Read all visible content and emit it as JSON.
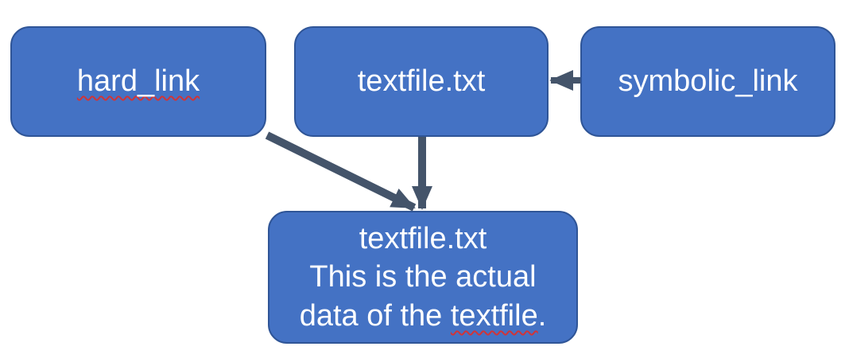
{
  "colors": {
    "background": "#FFFFFF",
    "node_fill": "#4472C4",
    "node_border": "#2F5597",
    "label_text": "#FFFFFF",
    "arrow": "#44546A",
    "spellcheck_squiggle": "#D13438"
  },
  "nodes": {
    "hard_link": {
      "label": "hard_link",
      "spellcheck_underline": true
    },
    "textfile": {
      "label": "textfile.txt"
    },
    "symbolic_link": {
      "label": "symbolic_link"
    },
    "data_file": {
      "line1": "textfile.txt",
      "line2": "This is the actual",
      "line3_before": "data of the",
      "line3_word": "textfile",
      "line3_after": ".",
      "spellcheck_underline_word": "textfile"
    }
  },
  "connectors": [
    {
      "name": "symbolic-link-to-textfile",
      "from": "symbolic_link",
      "to": "textfile",
      "direction": "left"
    },
    {
      "name": "textfile-to-data-file",
      "from": "textfile",
      "to": "data_file",
      "direction": "down"
    },
    {
      "name": "hard-link-to-data-file",
      "from": "hard_link",
      "to": "data_file",
      "direction": "down-right"
    }
  ]
}
